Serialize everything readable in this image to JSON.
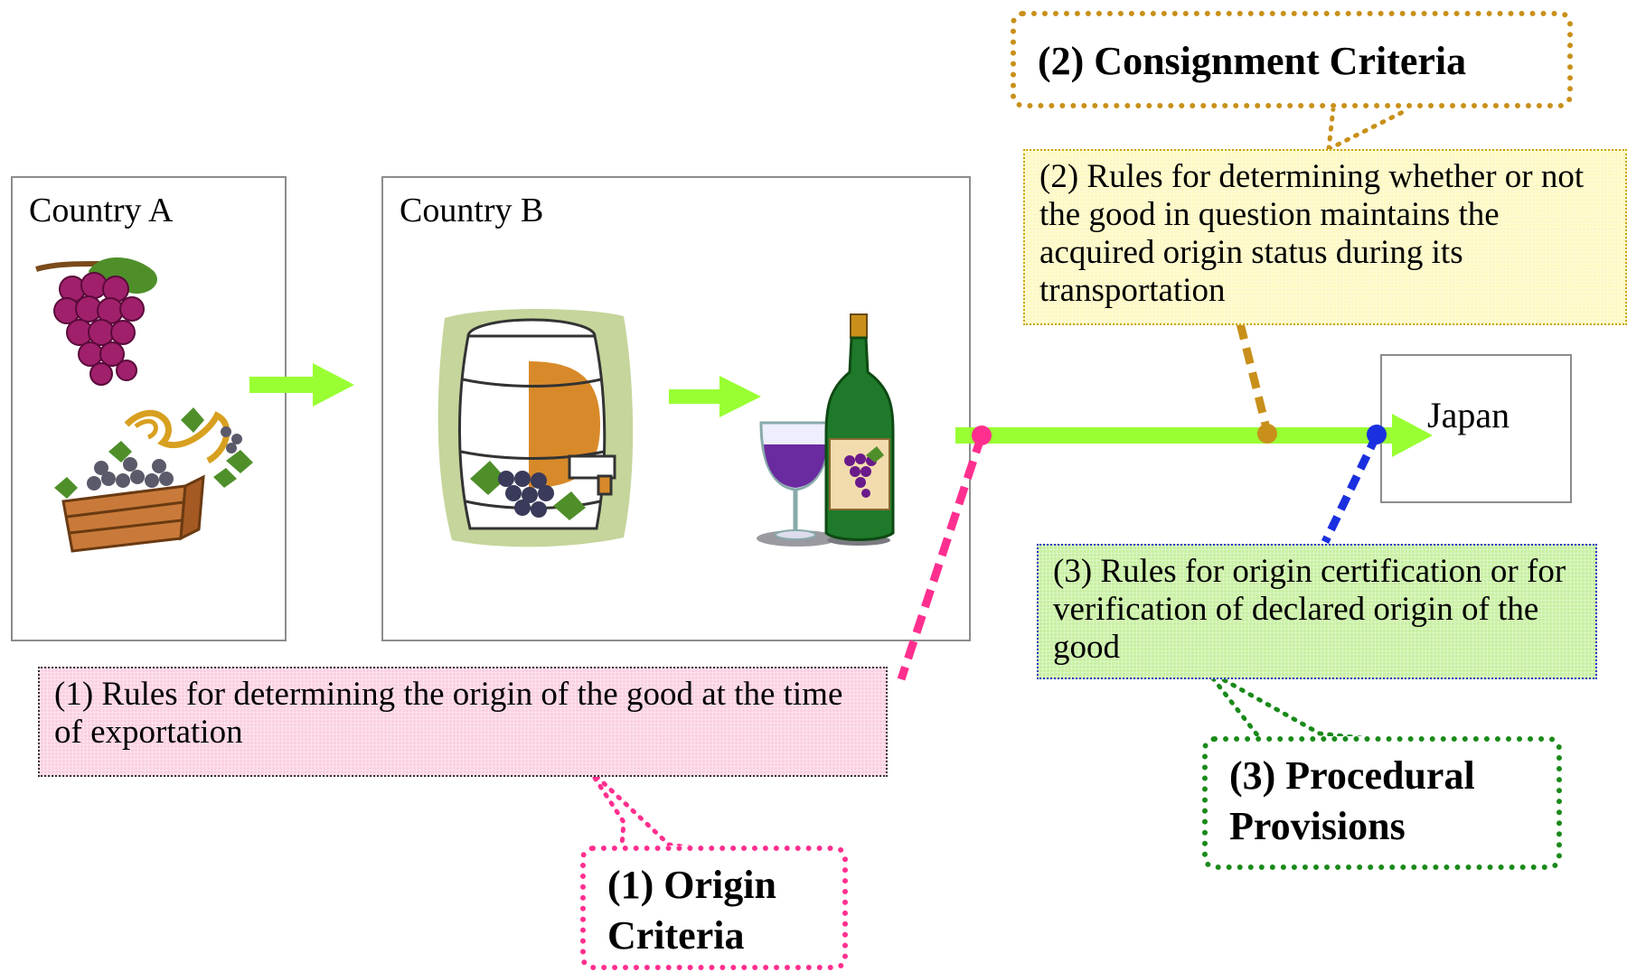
{
  "countries": {
    "a": "Country A",
    "b": "Country B",
    "destination": "Japan"
  },
  "rules": {
    "origin": "(1) Rules for determining the origin of the good at the time of exportation",
    "consignment": "(2) Rules for determining whether or not the good in question maintains the acquired origin status during its transportation",
    "procedural": "(3) Rules for origin certification or for verification of declared origin of the good"
  },
  "callouts": {
    "origin": "(1) Origin Criteria",
    "consignment": "(2) Consignment Criteria",
    "procedural": "(3) Procedural Provisions"
  },
  "icons": {
    "grapes": "grapes-icon",
    "grape-crate": "grape-crate-icon",
    "barrel": "wine-barrel-icon",
    "glass": "wine-glass-icon",
    "bottle": "wine-bottle-icon"
  },
  "colors": {
    "flow-arrow": "#99ff33",
    "origin": "#ff2f8f",
    "consignment": "#c8901a",
    "procedural-connector": "#1a2fe0",
    "procedural-callout": "#1a8a1a"
  }
}
